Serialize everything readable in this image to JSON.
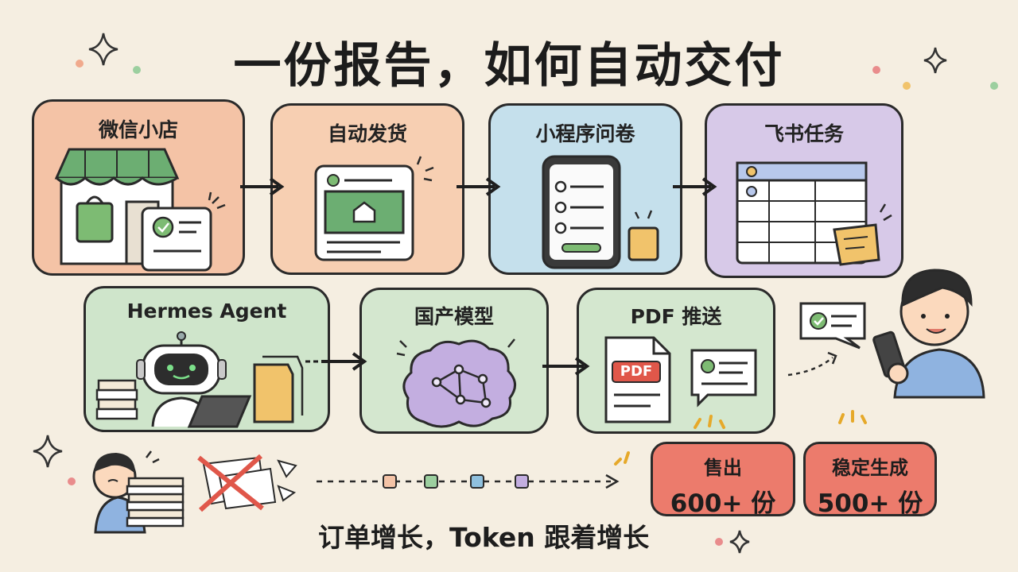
{
  "title": "一份报告，如何自动交付",
  "steps_row1": [
    {
      "label": "微信小店",
      "icon": "storefront-icon"
    },
    {
      "label": "自动发货",
      "icon": "delivery-document-icon"
    },
    {
      "label": "小程序问卷",
      "icon": "phone-survey-icon"
    },
    {
      "label": "飞书任务",
      "icon": "spreadsheet-task-icon"
    }
  ],
  "steps_row2": [
    {
      "label": "Hermes Agent",
      "icon": "robot-icon"
    },
    {
      "label": "国产模型",
      "icon": "brain-icon"
    },
    {
      "label": "PDF 推送",
      "icon": "pdf-document-icon"
    }
  ],
  "pdf_badge": "PDF",
  "stats": [
    {
      "line1": "售出",
      "line2": "600+ 份"
    },
    {
      "line1": "稳定生成",
      "line2": "500+ 份"
    }
  ],
  "footer": "订单增长，Token 跟着增长",
  "colors": {
    "background": "#f5eee1",
    "peach": "#f4c3a6",
    "blue": "#c5e0ec",
    "purple": "#d7c9e8",
    "green": "#cfe5cb",
    "stat_red": "#ec7b6c",
    "pdf_red": "#e0574a"
  }
}
